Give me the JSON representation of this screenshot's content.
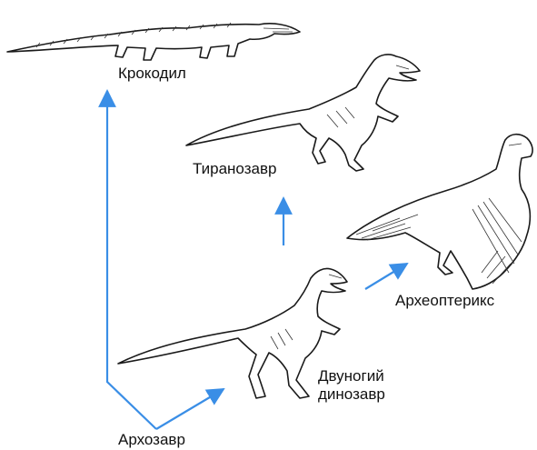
{
  "diagram": {
    "labels": {
      "crocodile": "Крокодил",
      "tyrannosaur": "Тиранозавр",
      "archaeopteryx": "Археоптерикс",
      "biped_line1": "Двуногий",
      "biped_line2": "динозавр",
      "archosaur": "Архозавр"
    },
    "arrow_color": "#3a8ee6",
    "icons": [
      "crocodile-icon",
      "tyrannosaur-icon",
      "archaeopteryx-icon",
      "bipedal-dinosaur-icon"
    ]
  }
}
